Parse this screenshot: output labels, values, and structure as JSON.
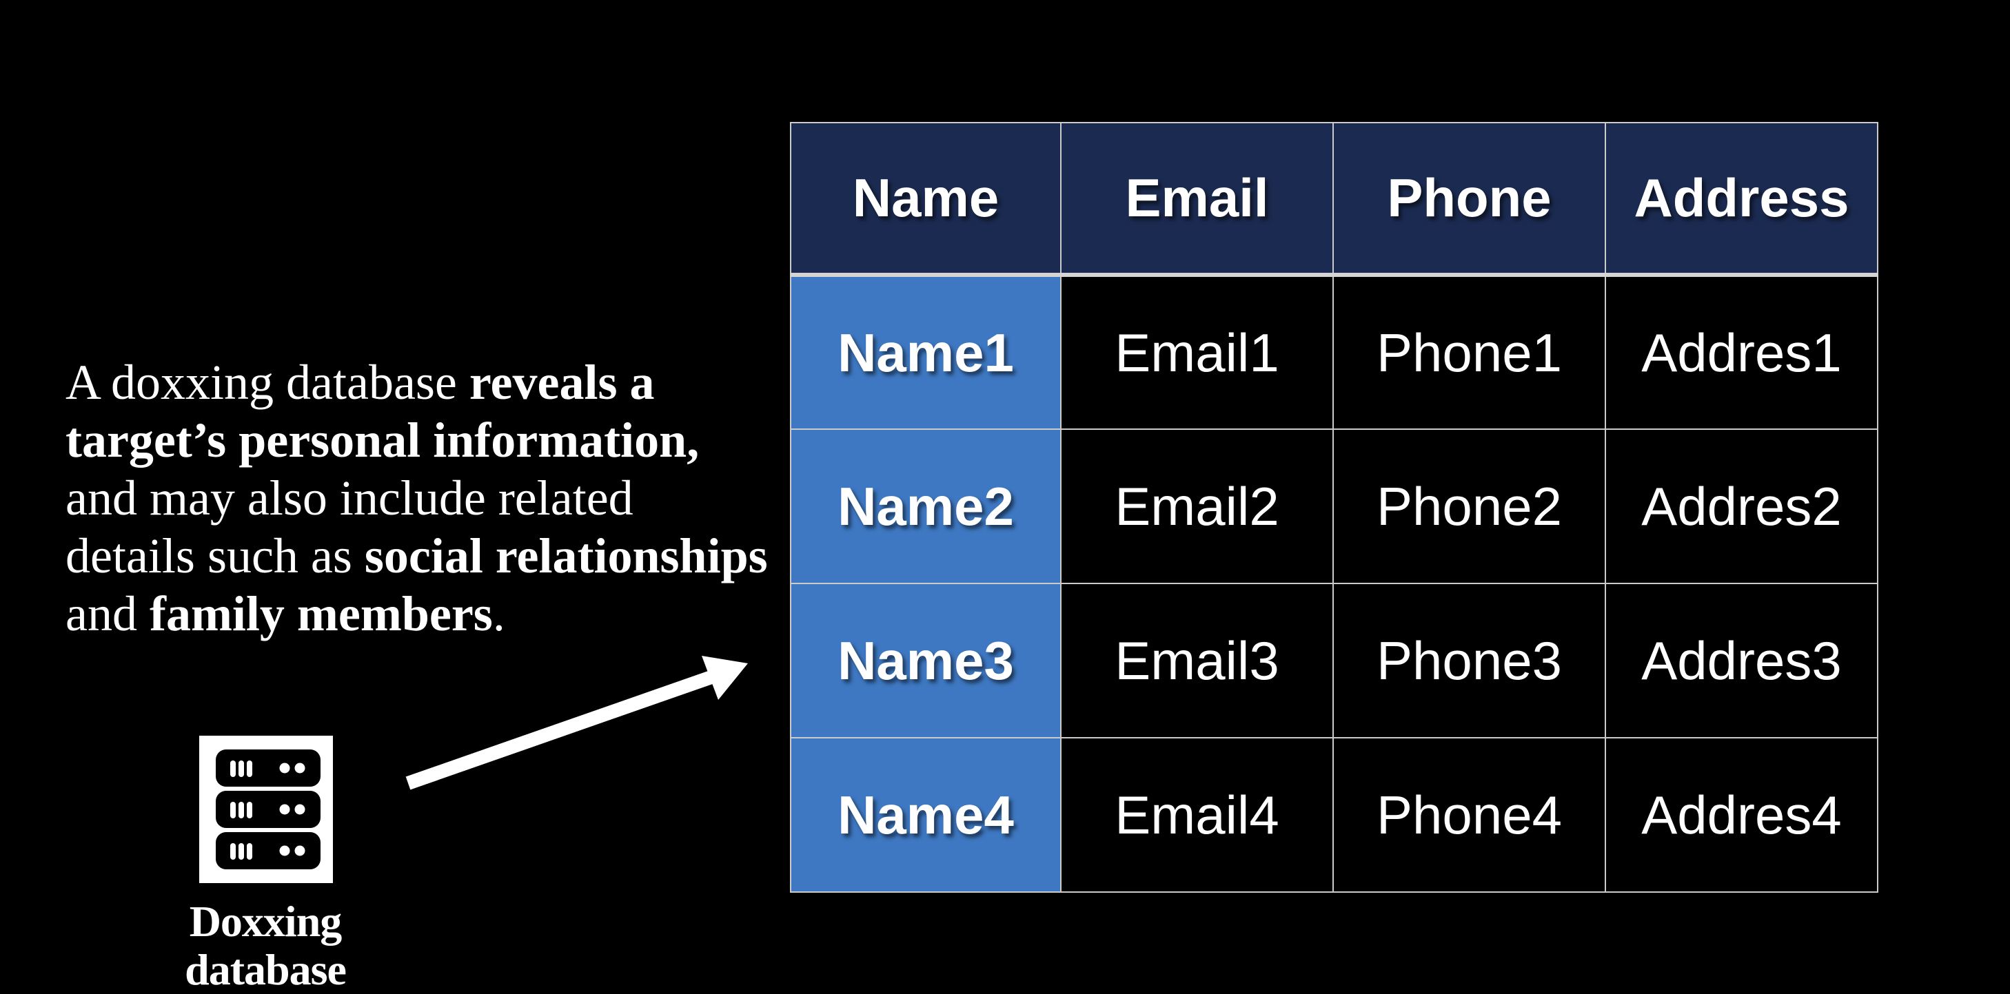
{
  "colors": {
    "background": "#000000",
    "header_bg": "#1B2A50",
    "name_column_bg": "#3E78C2",
    "cell_bg": "#000000",
    "grid_line": "#CBCBCB",
    "text": "#FFFFFF",
    "arrow": "#FFFFFF"
  },
  "paragraph": {
    "lines": [
      [
        {
          "text": "A doxxing database ",
          "bold": false
        },
        {
          "text": "reveals a",
          "bold": true
        }
      ],
      [
        {
          "text": "target’s personal information,",
          "bold": true
        }
      ],
      [
        {
          "text": "and may also include related",
          "bold": false
        }
      ],
      [
        {
          "text": "details such as ",
          "bold": false
        },
        {
          "text": "social relationships",
          "bold": true
        }
      ],
      [
        {
          "text": "and ",
          "bold": false
        },
        {
          "text": "family members",
          "bold": true
        },
        {
          "text": ".",
          "bold": false
        }
      ]
    ]
  },
  "database": {
    "icon": "server-stack-icon",
    "caption": "Doxxing database"
  },
  "table": {
    "columns": [
      "Name",
      "Email",
      "Phone",
      "Address"
    ],
    "rows": [
      [
        "Name1",
        "Email1",
        "Phone1",
        "Addres1"
      ],
      [
        "Name2",
        "Email2",
        "Phone2",
        "Addres2"
      ],
      [
        "Name3",
        "Email3",
        "Phone3",
        "Addres3"
      ],
      [
        "Name4",
        "Email4",
        "Phone4",
        "Addres4"
      ]
    ]
  }
}
